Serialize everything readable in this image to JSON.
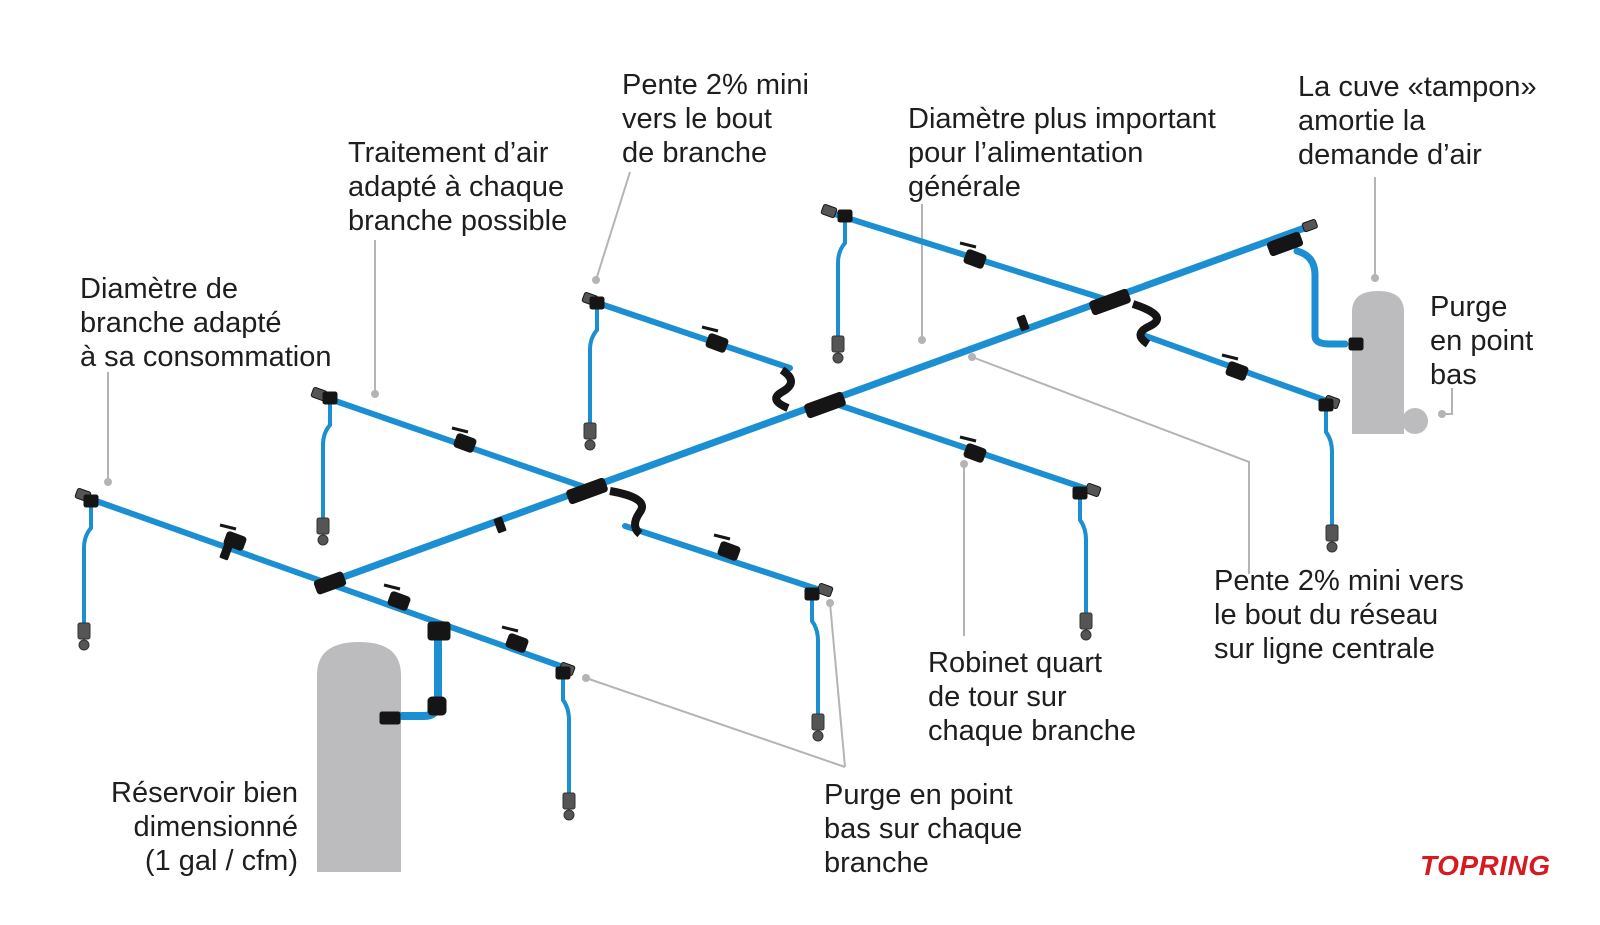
{
  "labels": {
    "branch_diameter": "Diamètre de\nbranche adapté\nà sa consommation",
    "air_treatment": "Traitement d’air\nadapté à chaque\nbranche possible",
    "slope_branch": "Pente 2% mini\nvers le bout\nde branche",
    "main_diameter": "Diamètre plus important\npour l’alimentation\ngénérale",
    "buffer_tank": "La cuve «tampon»\namortie la\ndemande d’air",
    "low_purge": "Purge\nen point\nbas",
    "slope_main": "Pente 2% mini vers\nle bout du réseau\nsur ligne centrale",
    "quarter_valve": "Robinet quart\nde tour sur\nchaque branche",
    "branch_purge": "Purge en point\nbas sur chaque\nbranche",
    "reservoir": "Réservoir bien\ndimensionné\n(1 gal / cfm)"
  },
  "brand": "TOPRING",
  "colors": {
    "pipe": "#1b8fd2",
    "fitting": "#151515",
    "tank": "#bcbcbe",
    "leader": "#b4b4b4",
    "brand": "#d71920"
  }
}
